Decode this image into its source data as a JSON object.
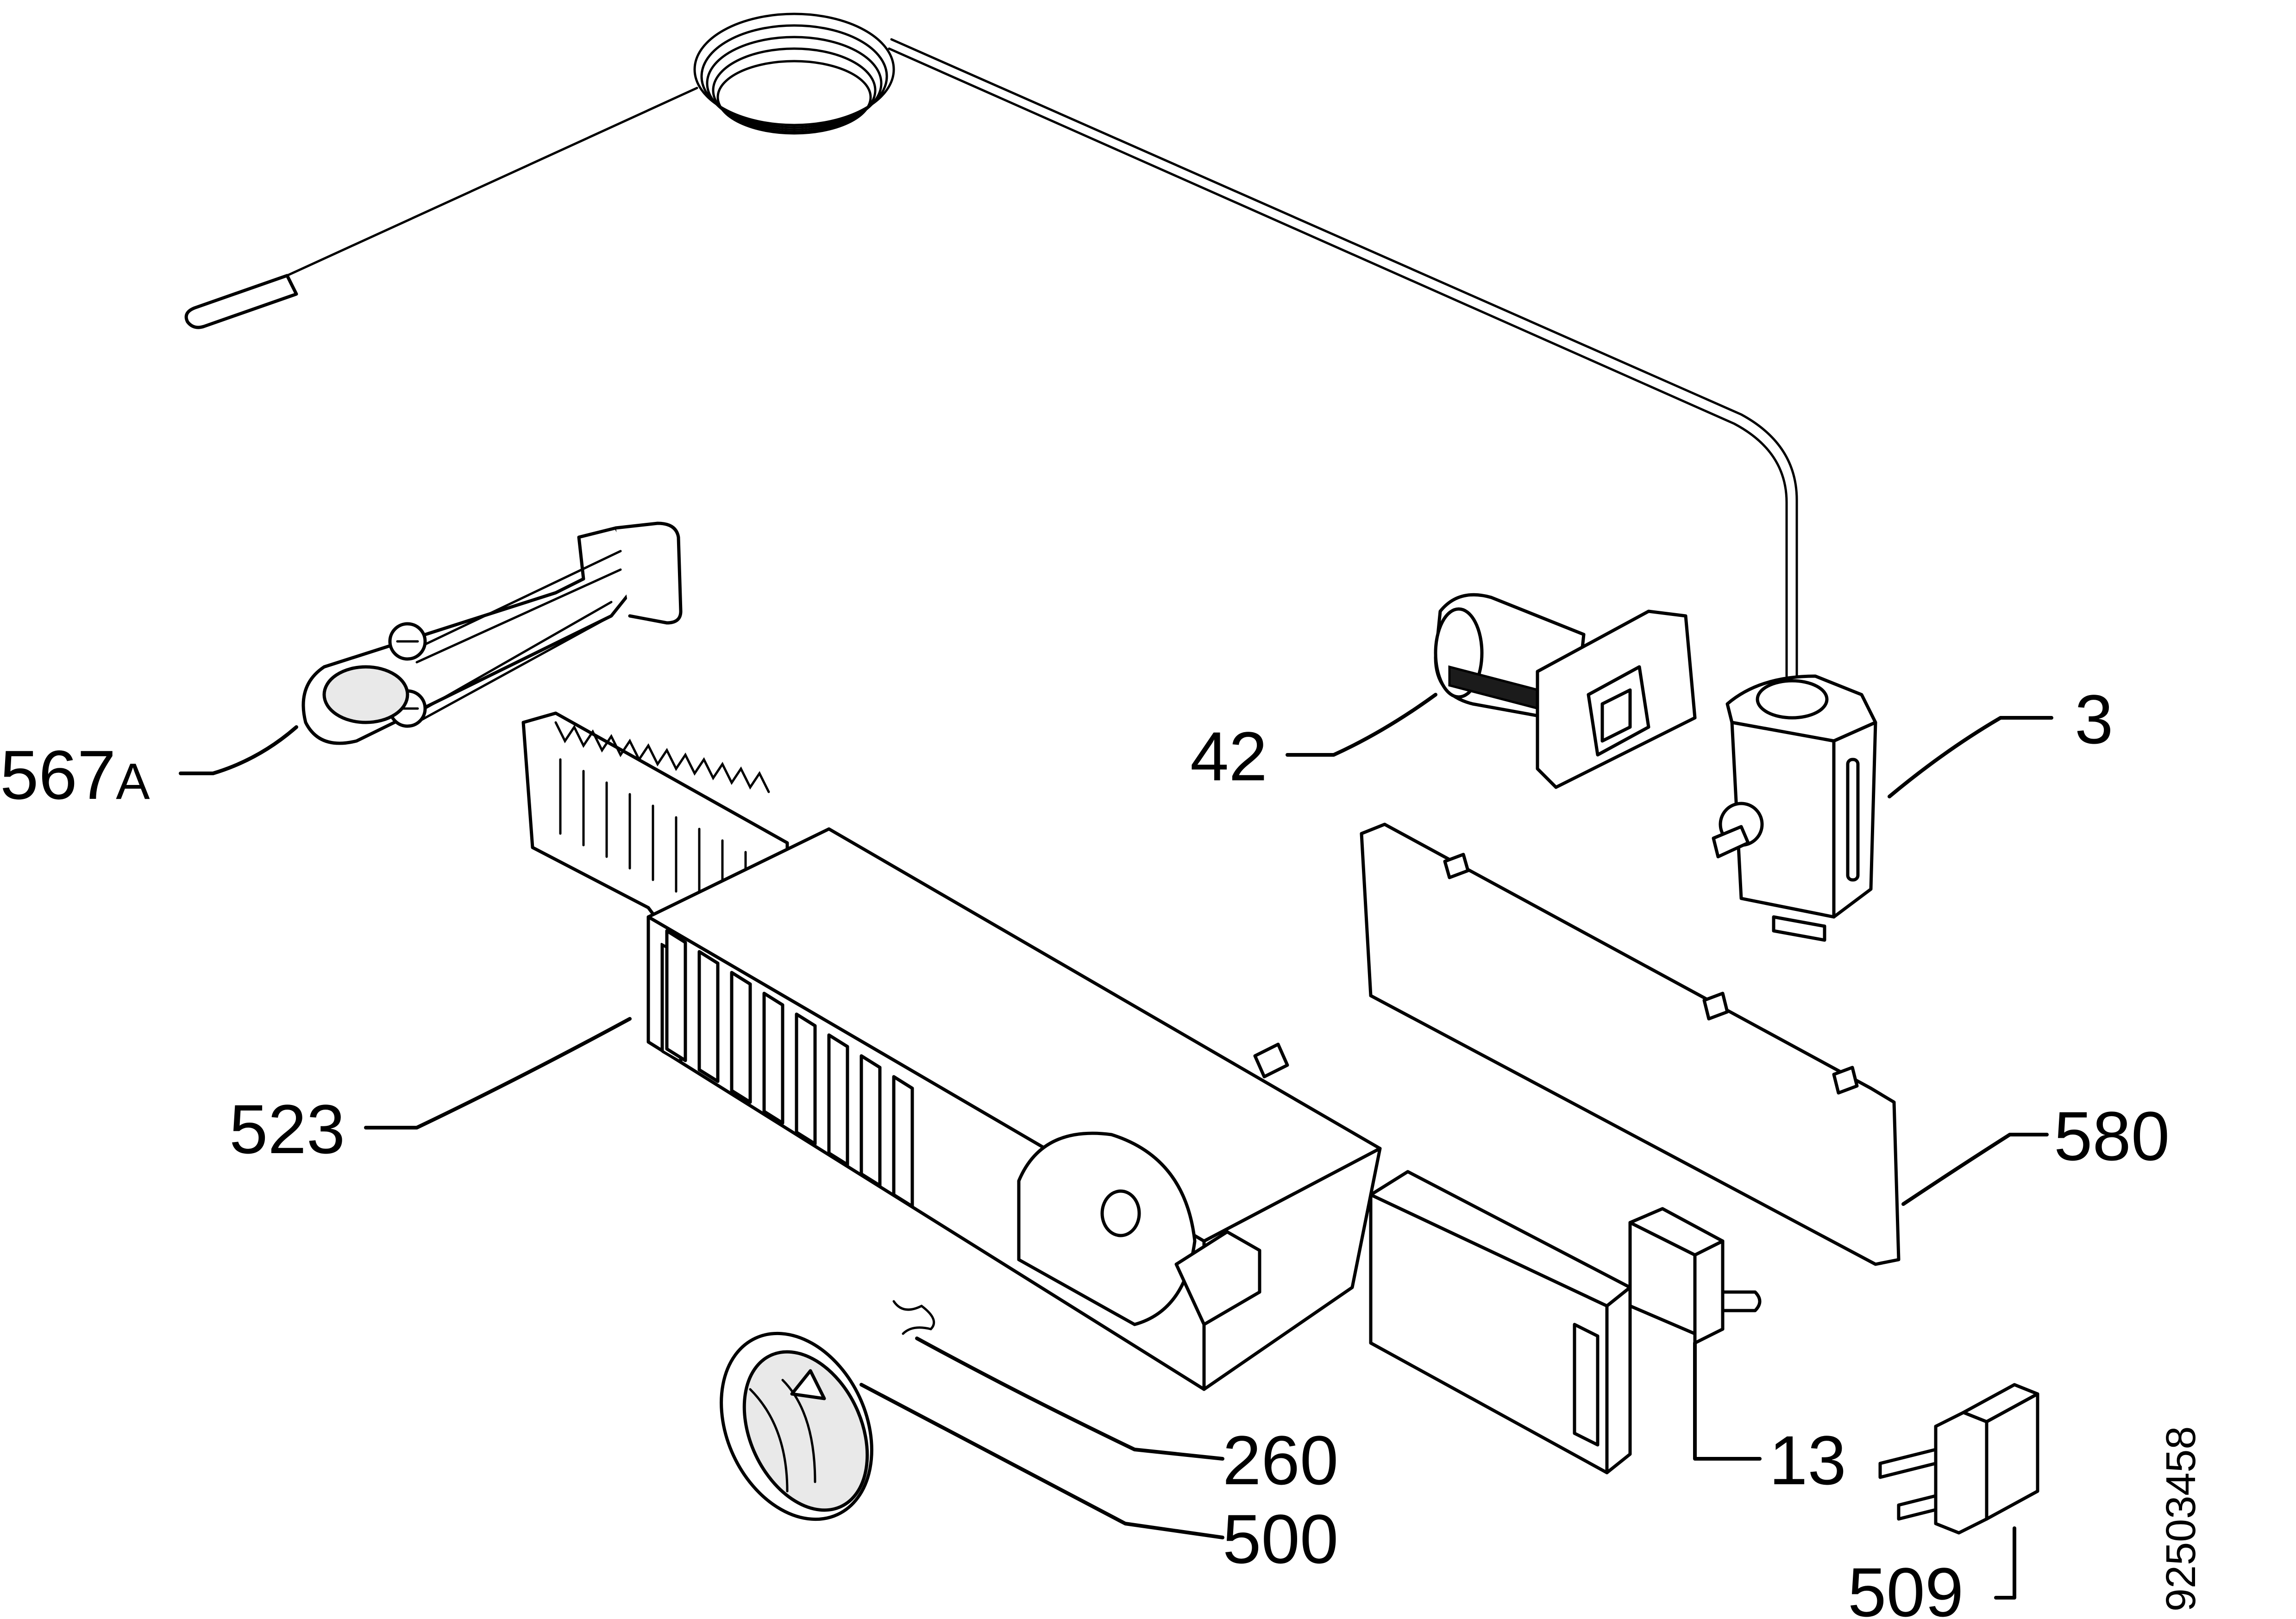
{
  "labels": {
    "thermostat": "3",
    "lamp_holder": "42",
    "switch": "13",
    "control_housing": "523",
    "capillary_clip": "567",
    "capillary_clip_suffix": "A",
    "cover_panel": "580",
    "knob_spring": "260",
    "knob": "500",
    "hinge_pin": "509"
  },
  "document_number": "92503458"
}
